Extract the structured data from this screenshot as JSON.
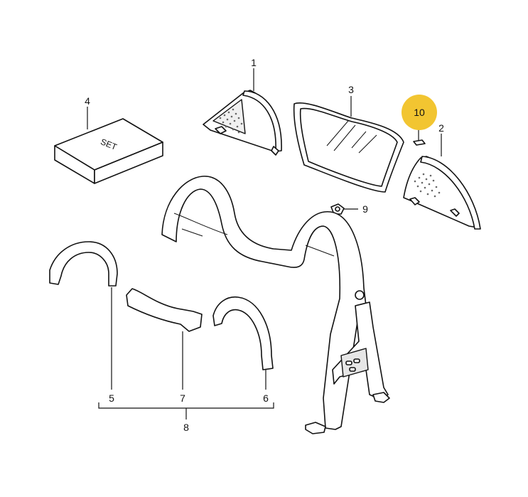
{
  "callouts": {
    "c1": "1",
    "c2": "2",
    "c3": "3",
    "c4": "4",
    "c5": "5",
    "c6": "6",
    "c7": "7",
    "c8": "8",
    "c9": "9",
    "c10": "10"
  },
  "set_box_label": "SET",
  "colors": {
    "highlight": "#f2c531",
    "line": "#111111",
    "background": "#ffffff"
  }
}
